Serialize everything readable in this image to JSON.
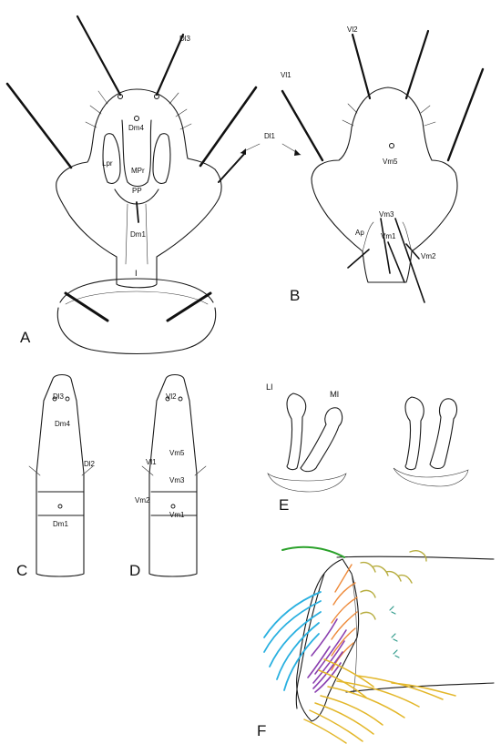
{
  "figure": {
    "panel_letters": [
      "A",
      "B",
      "C",
      "D",
      "E",
      "F"
    ]
  },
  "panel_a": {
    "labels": {
      "dl3": "Dl3",
      "dm4": "Dm4",
      "lpr": "Lpr",
      "mpr": "MPr",
      "pp": "PP",
      "dm1": "Dm1",
      "dl1": "Dl1",
      "one": "I"
    }
  },
  "panel_b": {
    "labels": {
      "vl2": "Vl2",
      "vl1": "Vl1",
      "vm5": "Vm5",
      "vm3": "Vm3",
      "vm1": "Vm1",
      "vm2": "Vm2",
      "ap": "Ap"
    }
  },
  "panel_c": {
    "labels": {
      "dl3": "Dl3",
      "dm4": "Dm4",
      "dl2": "Dl2",
      "dm1": "Dm1"
    }
  },
  "panel_d": {
    "labels": {
      "vl2": "Vl2",
      "vm5": "Vm5",
      "vl1": "Vl1",
      "vm3": "Vm3",
      "vm2": "Vm2",
      "vm1": "Vm1"
    }
  },
  "panel_e": {
    "labels": {
      "ll": "Ll",
      "ml": "Ml"
    }
  },
  "colors": {
    "ink": "#1a1a1a",
    "green": "#2aa12a",
    "olive": "#b7ad3f",
    "orange": "#ee8a3a",
    "cyan": "#29b0e0",
    "purple": "#8a3fb0",
    "yellow": "#e3b72a",
    "teal": "#2f9a8a"
  }
}
